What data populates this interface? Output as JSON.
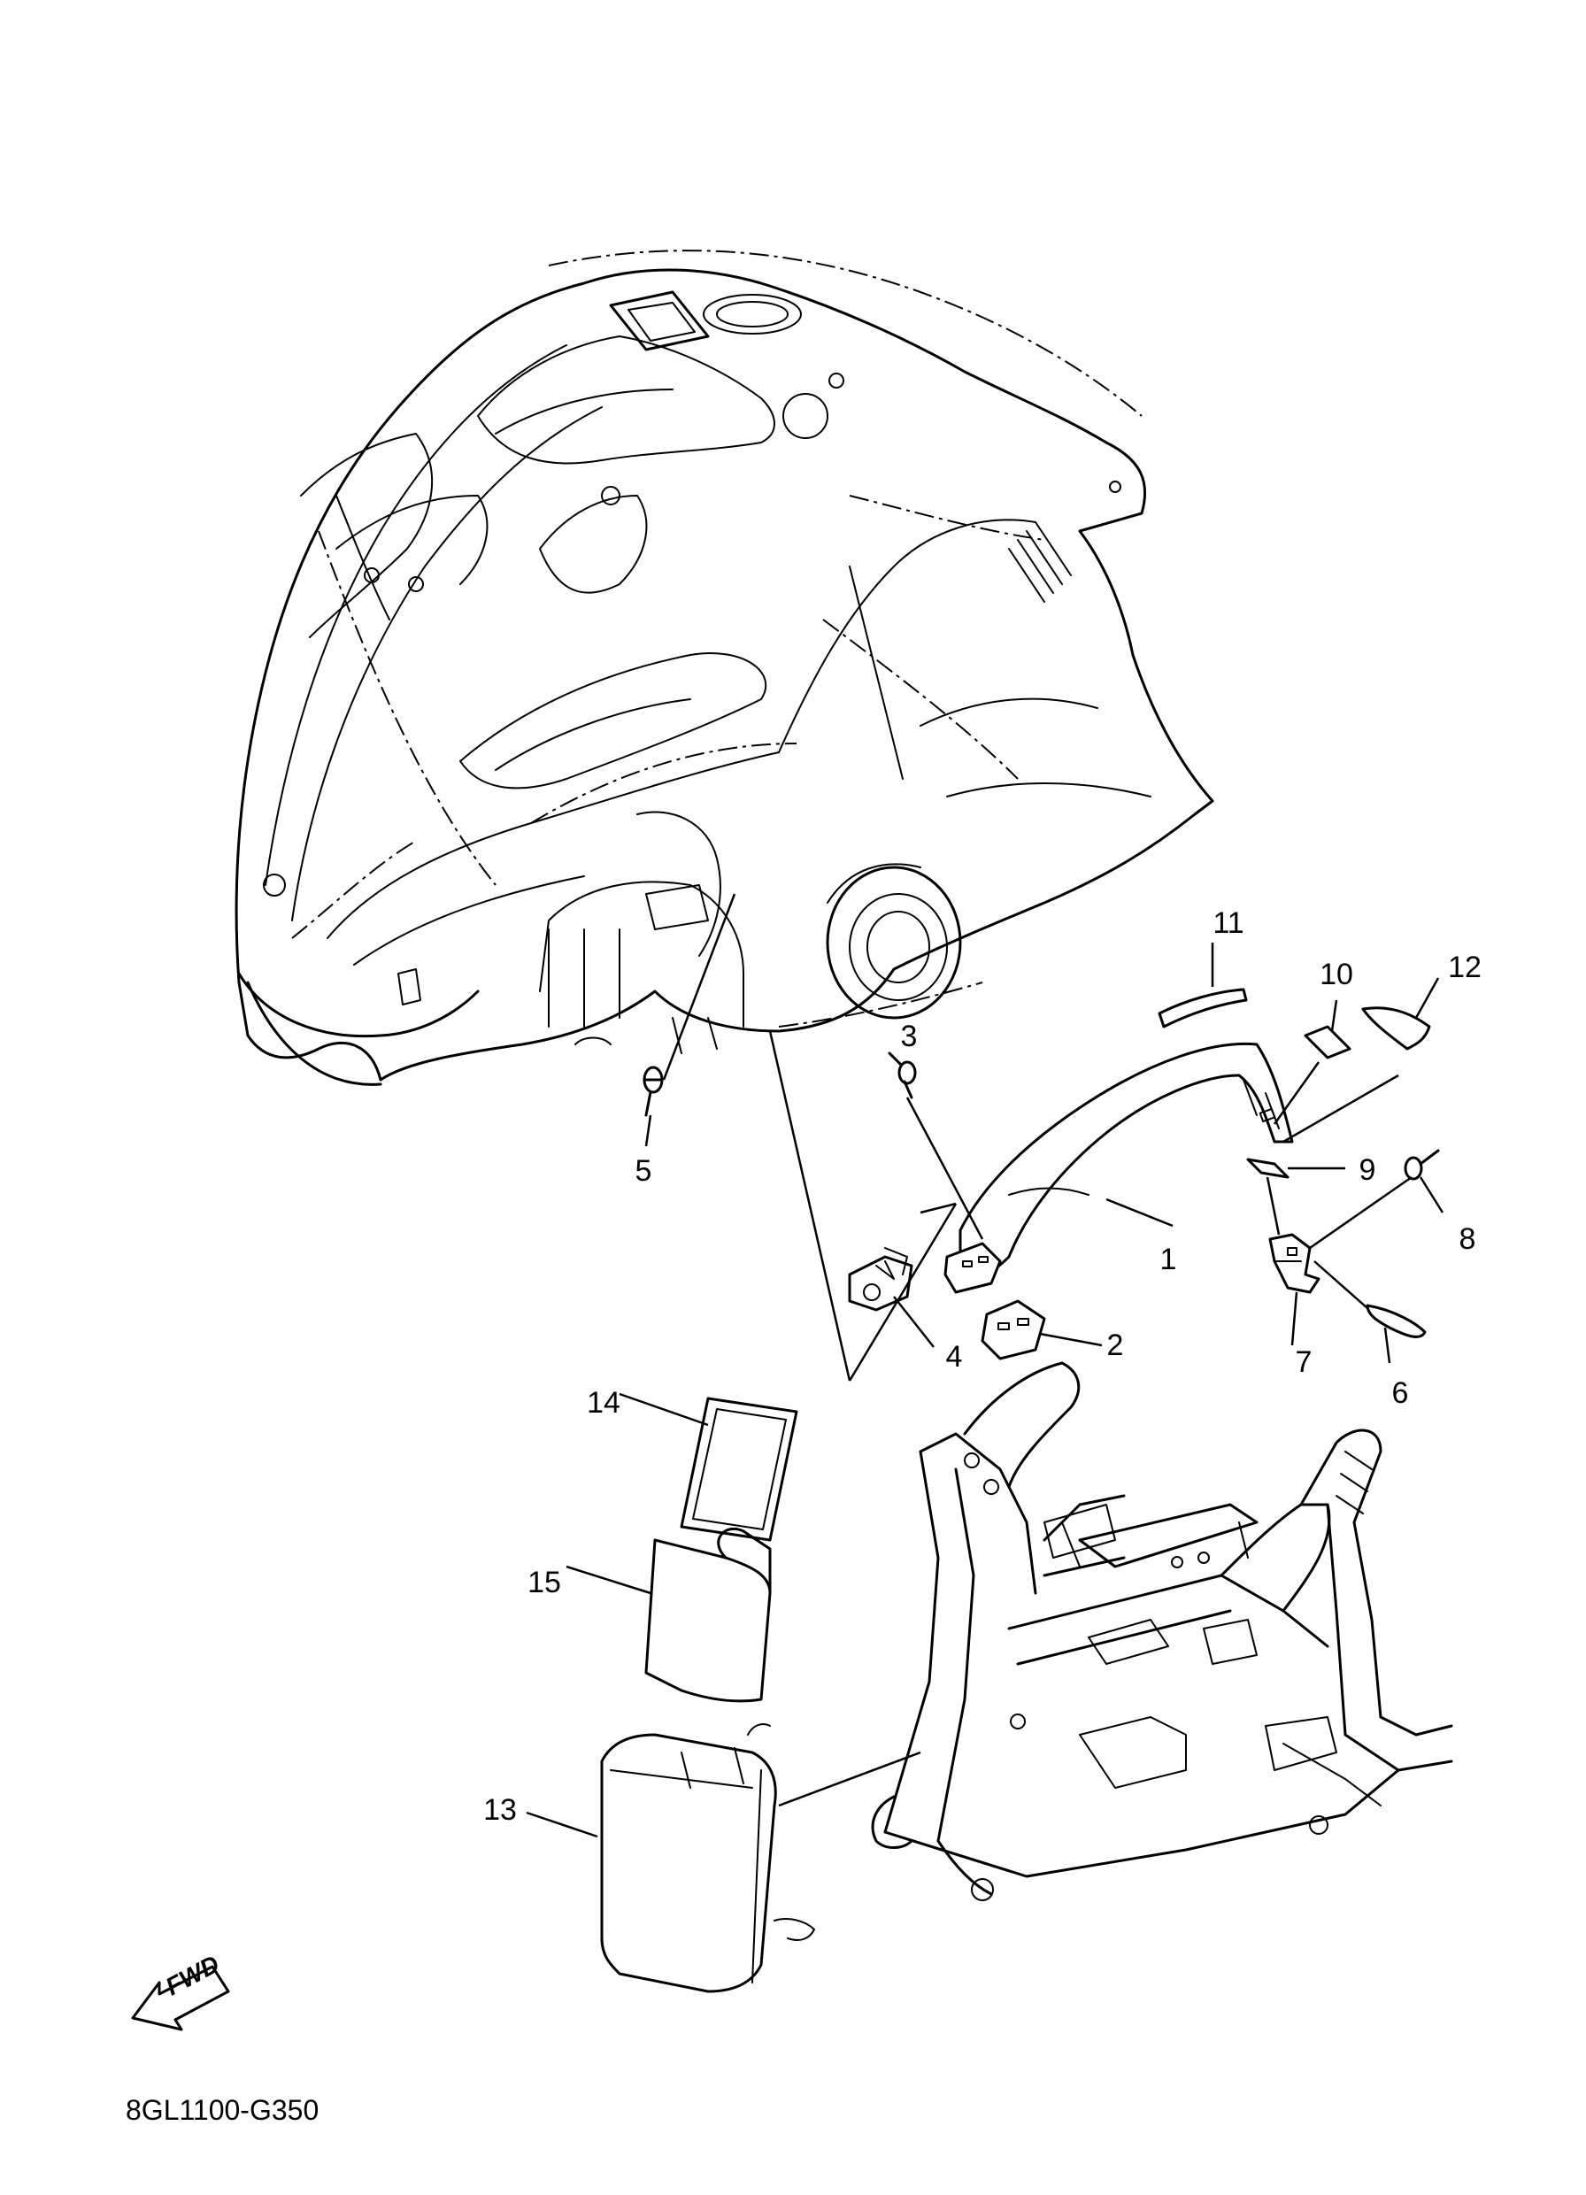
{
  "diagram": {
    "drawing_code": "8GL1100-G350",
    "fwd_label": "FWD",
    "callouts": [
      {
        "id": "1",
        "label": "1"
      },
      {
        "id": "2",
        "label": "2"
      },
      {
        "id": "3",
        "label": "3"
      },
      {
        "id": "4",
        "label": "4"
      },
      {
        "id": "5",
        "label": "5"
      },
      {
        "id": "6",
        "label": "6"
      },
      {
        "id": "7",
        "label": "7"
      },
      {
        "id": "8",
        "label": "8"
      },
      {
        "id": "9",
        "label": "9"
      },
      {
        "id": "10",
        "label": "10"
      },
      {
        "id": "11",
        "label": "11"
      },
      {
        "id": "12",
        "label": "12"
      },
      {
        "id": "13",
        "label": "13"
      },
      {
        "id": "14",
        "label": "14"
      },
      {
        "id": "15",
        "label": "15"
      }
    ]
  }
}
